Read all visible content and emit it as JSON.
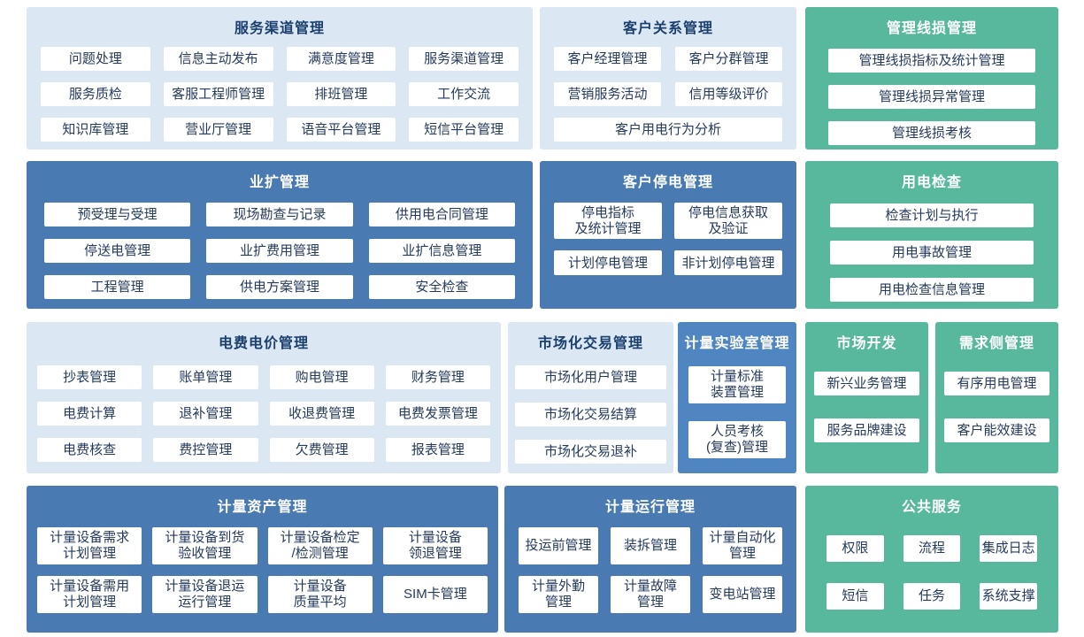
{
  "colors": {
    "background": "#ffffff",
    "light_panel": "#dbe7f3",
    "dark_panel": "#4a7ab2",
    "medium_panel": "#4f86c2",
    "green_panel": "#57b89e",
    "light_panel_title_text": "#1b3f6e",
    "dark_panel_title_text": "#ffffff",
    "item_bg": "#ffffff",
    "item_text": "#243a5e"
  },
  "panels": [
    {
      "id": "service-channel-management",
      "title": "服务渠道管理",
      "items": [
        "问题处理",
        "信息主动发布",
        "满意度管理",
        "服务渠道管理",
        "服务质检",
        "客服工程师管理",
        "排班管理",
        "工作交流",
        "知识库管理",
        "营业厅管理",
        "语音平台管理",
        "短信平台管理"
      ]
    },
    {
      "id": "customer-relationship-management",
      "title": "客户关系管理",
      "items": [
        "客户经理管理",
        "客户分群管理",
        "营销服务活动",
        "信用等级评价",
        {
          "label": "客户用电行为分析",
          "span": 2
        }
      ]
    },
    {
      "id": "line-loss-management",
      "title": "管理线损管理",
      "items": [
        "管理线损指标及统计管理",
        "管理线损异常管理",
        "管理线损考核"
      ]
    },
    {
      "id": "business-expansion-management",
      "title": "业扩管理",
      "items": [
        "预受理与受理",
        "现场勘查与记录",
        "供用电合同管理",
        "停送电管理",
        "业扩费用管理",
        "业扩信息管理",
        "工程管理",
        "供电方案管理",
        "安全检查"
      ]
    },
    {
      "id": "customer-outage-management",
      "title": "客户停电管理",
      "items": [
        "停电指标\n及统计管理",
        "停电信息获取\n及验证",
        "计划停电管理",
        "非计划停电管理"
      ]
    },
    {
      "id": "electricity-inspection",
      "title": "用电检查",
      "items": [
        "检查计划与执行",
        "用电事故管理",
        "用电检查信息管理"
      ]
    },
    {
      "id": "tariff-price-management",
      "title": "电费电价管理",
      "items": [
        "抄表管理",
        "账单管理",
        "购电管理",
        "财务管理",
        "电费计算",
        "退补管理",
        "收退费管理",
        "电费发票管理",
        "电费核查",
        "费控管理",
        "欠费管理",
        "报表管理"
      ]
    },
    {
      "id": "market-trading-management",
      "title": "市场化交易管理",
      "items": [
        "市场化用户管理",
        "市场化交易结算",
        "市场化交易退补"
      ]
    },
    {
      "id": "metering-lab-management",
      "title": "计量实验室管理",
      "items": [
        "计量标准\n装置管理",
        "人员考核\n(复查)管理"
      ]
    },
    {
      "id": "market-development",
      "title": "市场开发",
      "items": [
        "新兴业务管理",
        "服务品牌建设"
      ]
    },
    {
      "id": "demand-side-management",
      "title": "需求侧管理",
      "items": [
        "有序用电管理",
        "客户能效建设"
      ]
    },
    {
      "id": "metering-asset-management",
      "title": "计量资产管理",
      "items": [
        "计量设备需求\n计划管理",
        "计量设备到货\n验收管理",
        "计量设备检定\n/检测管理",
        "计量设备\n领退管理",
        "计量设备需用\n计划管理",
        "计量设备退运\n运行管理",
        "计量设备\n质量平均",
        "SIM卡管理"
      ]
    },
    {
      "id": "metering-operation-management",
      "title": "计量运行管理",
      "items": [
        "投运前管理",
        "装拆管理",
        "计量自动化\n管理",
        "计量外勤\n管理",
        "计量故障\n管理",
        "变电站管理"
      ]
    },
    {
      "id": "public-services",
      "title": "公共服务",
      "items": [
        "权限",
        "流程",
        "集成日志",
        "短信",
        "任务",
        "系统支撑"
      ]
    }
  ]
}
